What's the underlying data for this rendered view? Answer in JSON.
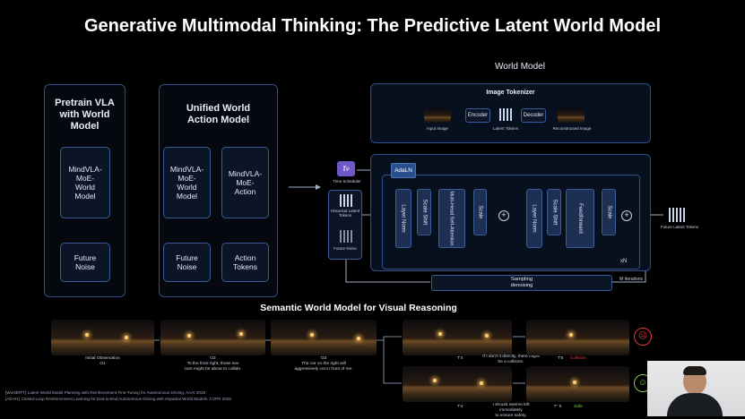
{
  "slide": {
    "title": "Generative Multimodal Thinking: The Predictive Latent World Model"
  },
  "pretrain_panel": {
    "title": "Pretrain VLA\nwith World\nModel",
    "model_block": "MindVLA-\nMoE-\nWorld\nModel",
    "input_block": "Future\nNoise"
  },
  "unified_panel": {
    "title": "Unified World\nAction Model",
    "world_block": "MindVLA-\nMoE-\nWorld\nModel",
    "action_block": "MindVLA-\nMoE-\nAction",
    "noise_block": "Future\nNoise",
    "tokens_block": "Action\nTokens"
  },
  "world_model": {
    "label": "World Model",
    "tokenizer": {
      "title": "Image Tokenizer",
      "input_label": "Input Image",
      "encoder": "Encoder",
      "latent_label": "Latent Tokens",
      "decoder": "Decoder",
      "output_label": "Reconstructed Image"
    },
    "time_symbol": "τ",
    "time_subscript": "ψ",
    "time_label": "Time Scheduler",
    "historical_label": "Historical Latent\nTokens",
    "future_noise_label": "Future Noise",
    "adaln": "AdaLN",
    "blocks": [
      "Layer Norm",
      "Scale Shift",
      "Multi-Head Self-Attention",
      "Scale",
      "Layer Norm",
      "Scale Shift",
      "Feedforward",
      "Scale"
    ],
    "repeat_label": "xN",
    "output_label": "Future Latent Tokens",
    "sampling_label": "Sampling\ndenoising",
    "iterations_label": "M Iterations"
  },
  "semantic": {
    "title": "Semantic World Model for Visual Reasoning",
    "frames": [
      {
        "caption": "Initial Observation\nO1"
      },
      {
        "caption": "O2\nTo the front right, those two\ncars might be about to collide."
      },
      {
        "caption": "O3\nThe car on the right will\naggressively cut in front of me."
      }
    ],
    "branch_top": {
      "left_label": "T'4",
      "middle_caption": "If I don't it directly, there might\nbe a collision.",
      "right_label": "T'5",
      "status": "Collision",
      "status_color": "#e0383b"
    },
    "branch_bottom": {
      "left_label": "T'4",
      "middle_caption": "I should swerve left immediately\nto ensure safety.",
      "right_label": "T'' 5",
      "status": "Safe",
      "status_color": "#7bd24a"
    }
  },
  "references": [
    "[WorldRFT] Latent World Model Planning with Reinforcement Fine-Tuning for Autonomous Driving. AAAI 2026",
    "[AD-R1] Closed-Loop Reinforcement Learning for End-to-End Autonomous Driving with Impartial World Models. CVPR 2026"
  ],
  "colors": {
    "panel_border": "#2f4f86",
    "block_fill": "#1d2f52",
    "time_badge": "#6f57c9",
    "adaln_fill": "#2a4f8d"
  }
}
